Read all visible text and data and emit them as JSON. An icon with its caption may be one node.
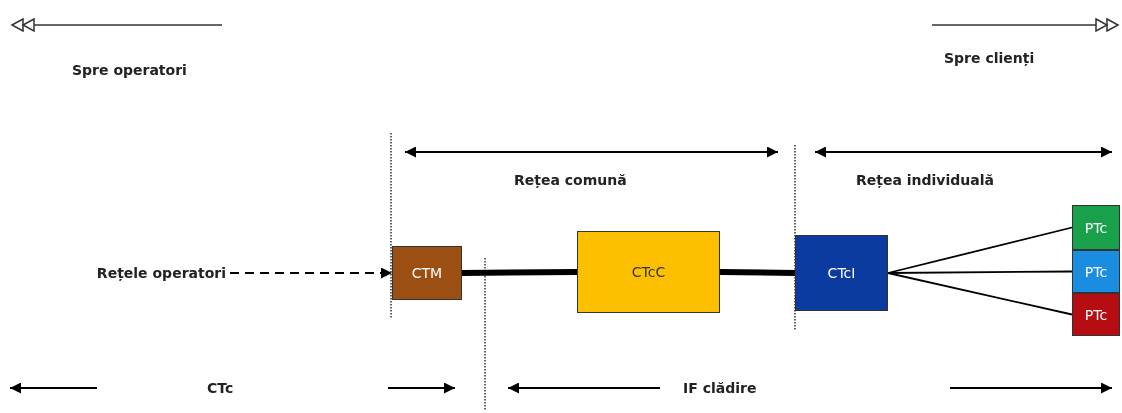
{
  "diagram": {
    "nodes": [
      {
        "text": [
          "Rețele operatori"
        ]
      },
      {
        "text": [
          "CTM"
        ]
      },
      {
        "text": [
          "CTcC"
        ]
      },
      {
        "text": [
          "CTcI"
        ]
      },
      {
        "text": [
          "PTc"
        ]
      },
      {
        "text": [
          "PTc"
        ]
      },
      {
        "text": [
          "PTc"
        ]
      }
    ],
    "edges": [
      {
        "from": 0,
        "to": 1,
        "arrow": "to",
        "style": "dashed"
      },
      {
        "from": 1,
        "to": 2,
        "arrow": "none",
        "style": "thick"
      },
      {
        "from": 2,
        "to": 3,
        "arrow": "none",
        "style": "thick"
      },
      {
        "from": 3,
        "to": 4,
        "arrow": "none"
      },
      {
        "from": 3,
        "to": 5,
        "arrow": "none"
      },
      {
        "from": 3,
        "to": 6,
        "arrow": "none"
      }
    ],
    "labels": [
      "Spre operatori",
      "Spre clienți",
      "Rețea comună",
      "Rețea individuală",
      "CTc",
      "IF clădire"
    ]
  }
}
